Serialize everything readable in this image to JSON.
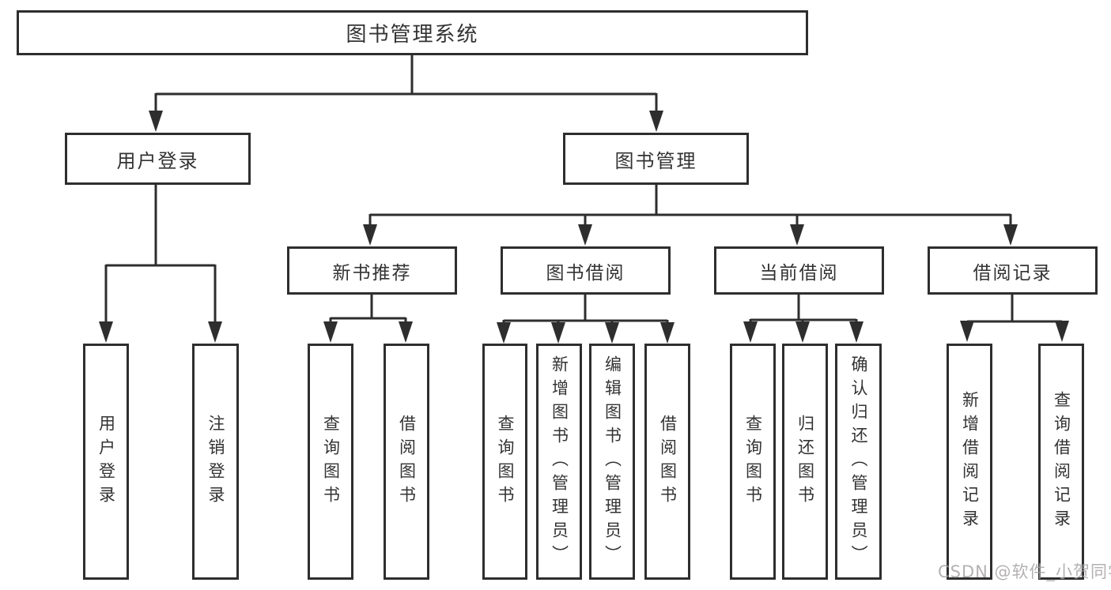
{
  "colors": {
    "background": "#ffffff",
    "line": "#2e2e2e",
    "box_border": "#2e2e2e",
    "text": "#333333",
    "watermark": "#a8a4a4"
  },
  "nodes": {
    "root": "图书管理系统",
    "user_login": "用户登录",
    "book_management": "图书管理",
    "new_book_recommend": "新书推荐",
    "book_borrow": "图书借阅",
    "current_borrow": "当前借阅",
    "borrow_record": "借阅记录"
  },
  "leaves": {
    "user_login": [
      "用户登录",
      "注销登录"
    ],
    "new_book_recommend": [
      "查询图书",
      "借阅图书"
    ],
    "book_borrow": [
      "查询图书",
      "新增图书（管理员）",
      "编辑图书（管理员）",
      "借阅图书"
    ],
    "current_borrow": [
      "查询图书",
      "归还图书",
      "确认归还（管理员）"
    ],
    "borrow_record": [
      "新增借阅记录",
      "查询借阅记录"
    ]
  },
  "watermark": "CSDN @软件_小贺同学"
}
